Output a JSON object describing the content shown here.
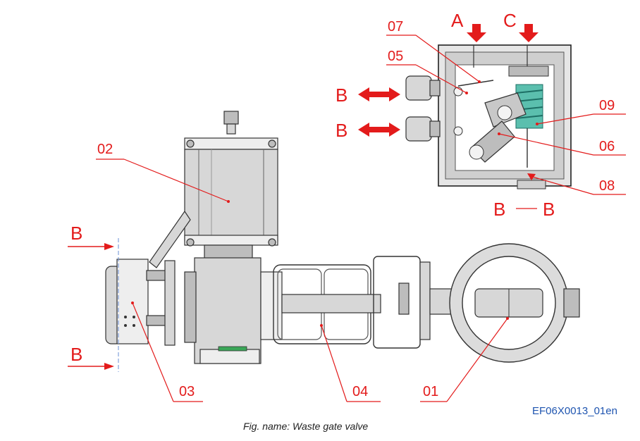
{
  "callouts": {
    "c01": "01",
    "c02": "02",
    "c03": "03",
    "c04": "04",
    "c05": "05",
    "c06": "06",
    "c07": "07",
    "c08": "08",
    "c09": "09"
  },
  "section_letters": {
    "a": "A",
    "c": "C",
    "b_upper_port": "B",
    "b_lower_port": "B",
    "b_left_top": "B",
    "b_left_bottom": "B",
    "section_left": "B",
    "section_right": "B"
  },
  "drawing_code": "EF06X0013_01en",
  "caption": "Fig. name:  Waste gate valve",
  "colors": {
    "label_red": "#e31b1b",
    "code_blue": "#1f55b0",
    "spring_teal": "#2a9d8f"
  }
}
